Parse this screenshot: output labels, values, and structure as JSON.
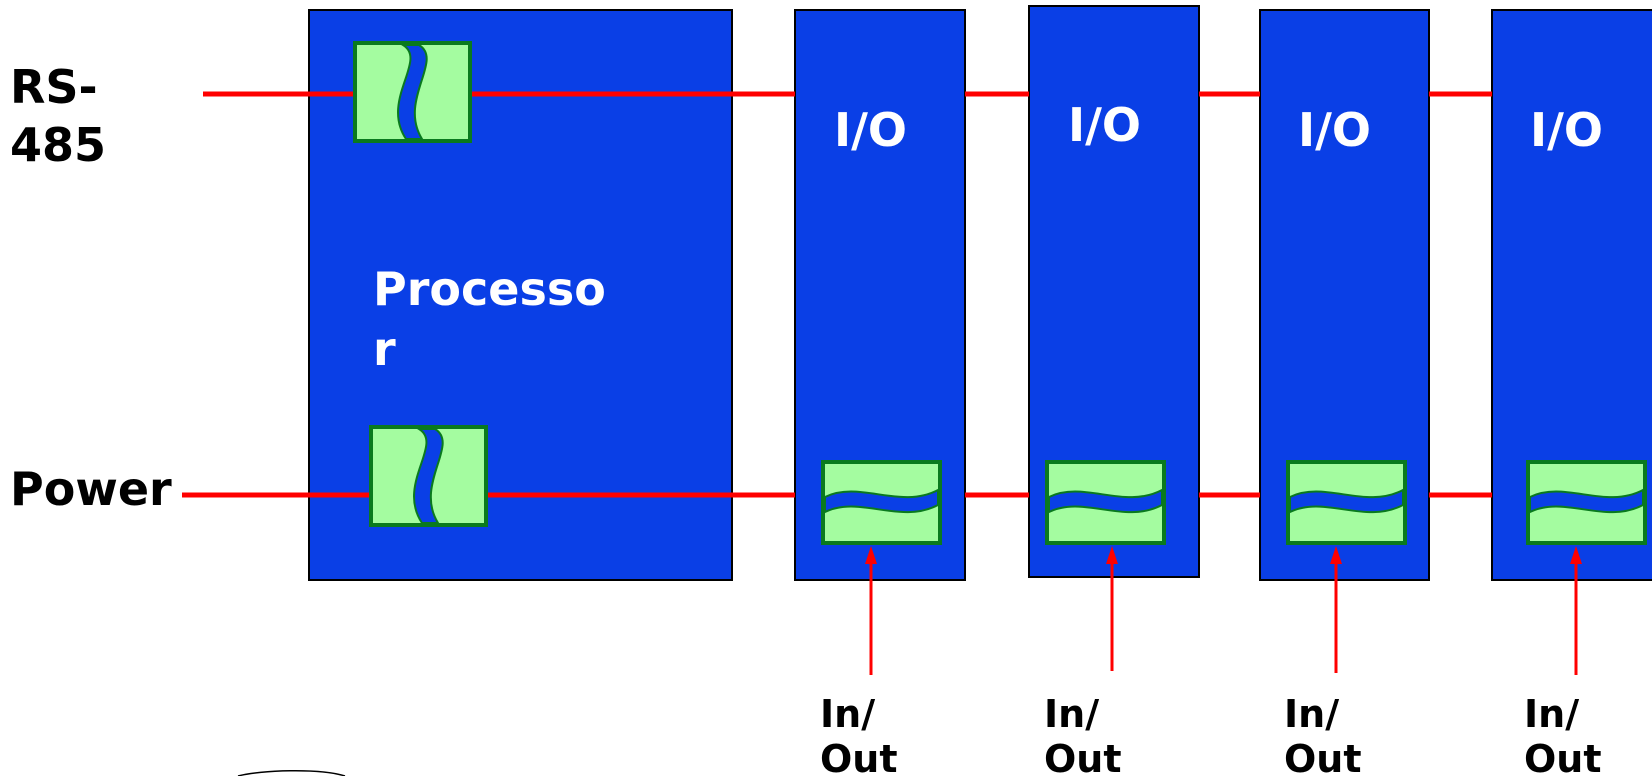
{
  "labels": {
    "rs485_line1": "RS-",
    "rs485_line2": "485",
    "power": "Power",
    "processor_line1": "Processo",
    "processor_line2": "r"
  },
  "io_modules": [
    {
      "label": "I/O",
      "signal_line1": "In/",
      "signal_line2": "Out"
    },
    {
      "label": "I/O",
      "signal_line1": "In/",
      "signal_line2": "Out"
    },
    {
      "label": "I/O",
      "signal_line1": "In/",
      "signal_line2": "Out"
    },
    {
      "label": "I/O",
      "signal_line1": "In/",
      "signal_line2": "Out"
    }
  ],
  "colors": {
    "module_fill": "#0a3fe6",
    "module_stroke": "#000000",
    "bus_line": "#ff0000",
    "connector_fill": "#a4fca0",
    "connector_stroke": "#0a7a1e"
  }
}
